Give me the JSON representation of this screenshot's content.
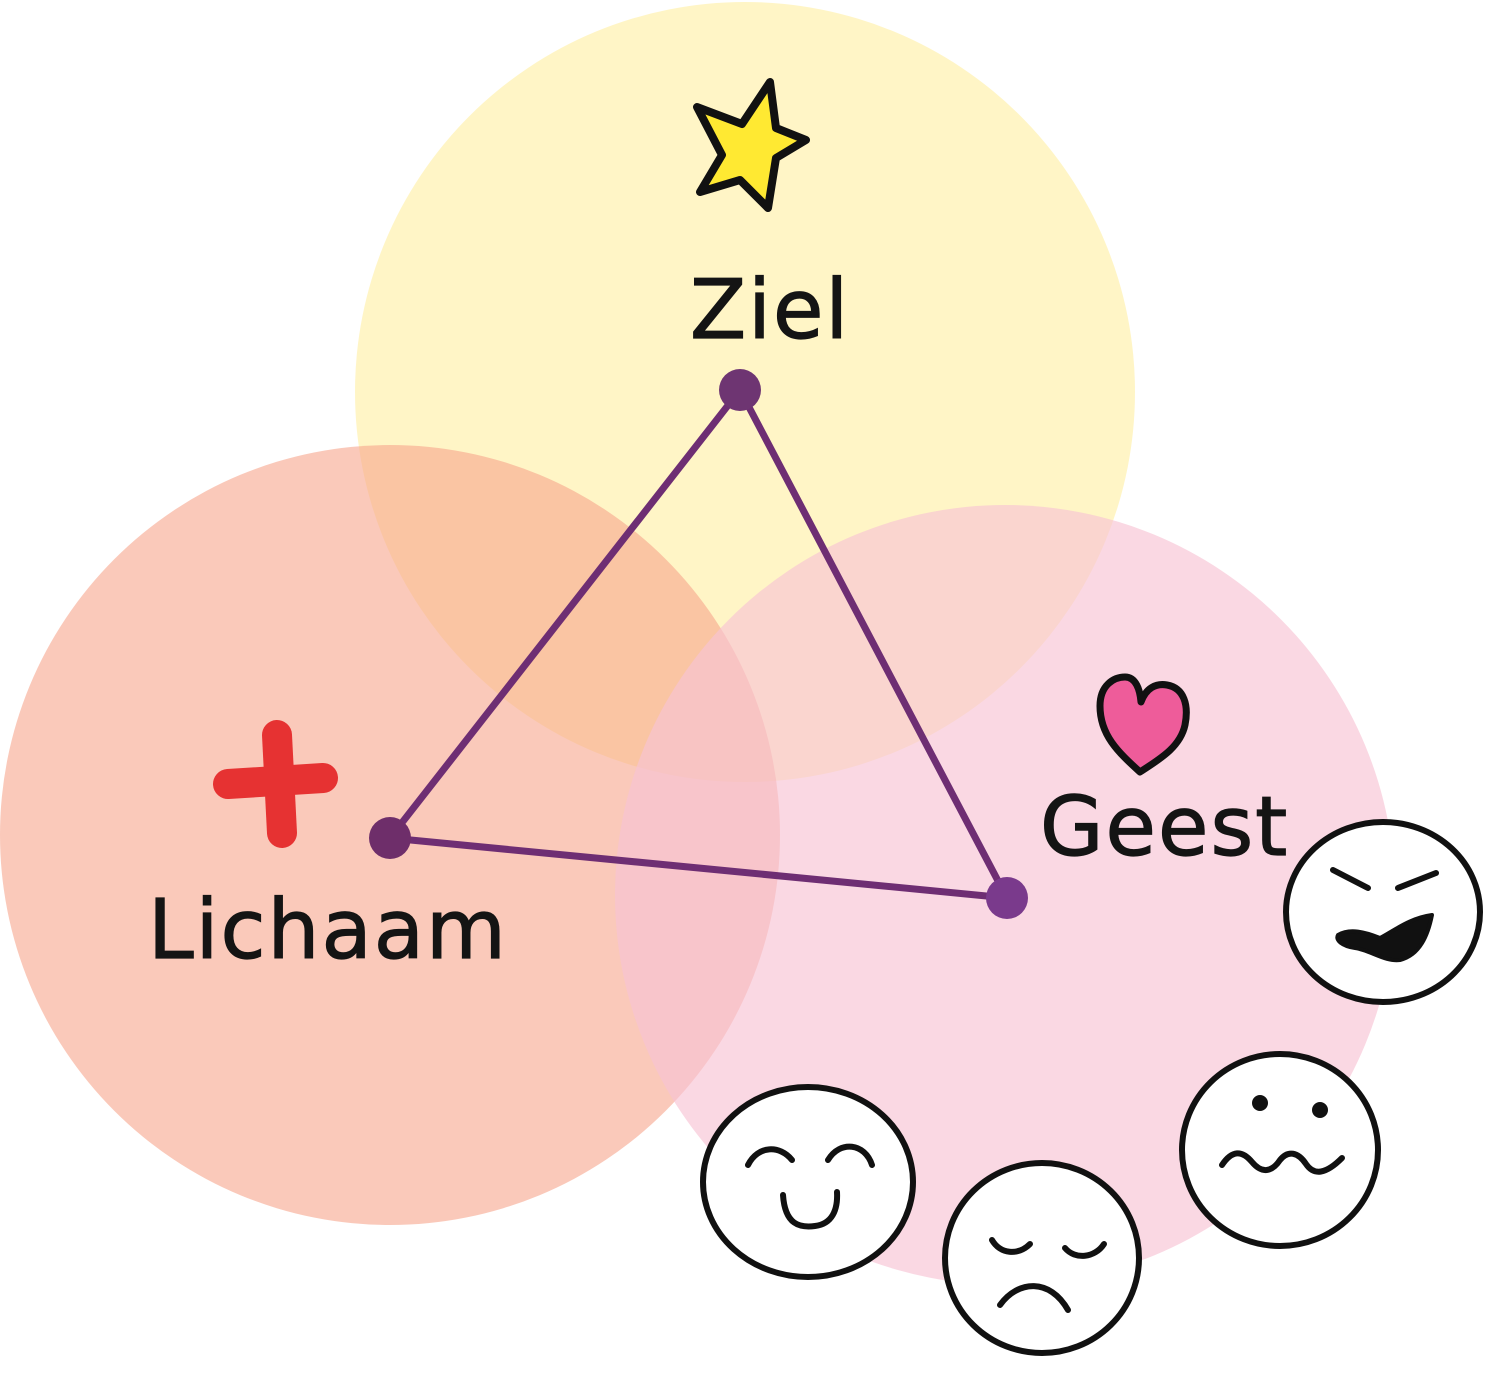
{
  "diagram": {
    "labels": {
      "soul": "Ziel",
      "body": "Lichaam",
      "mind": "Geest"
    },
    "colors": {
      "soul_circle": "#FFF1B3",
      "body_circle": "#F6A58C",
      "mind_circle": "#F7C3D4",
      "triangle": "#6E2E73",
      "star": "#FFE932",
      "cross": "#E63232",
      "heart": "#EE5C9A"
    },
    "icons": {
      "soul": "star-icon",
      "body": "red-cross-icon",
      "mind": "heart-icon"
    },
    "faces": [
      "angry-face-icon",
      "worried-face-icon",
      "sad-face-icon",
      "happy-face-icon"
    ]
  }
}
